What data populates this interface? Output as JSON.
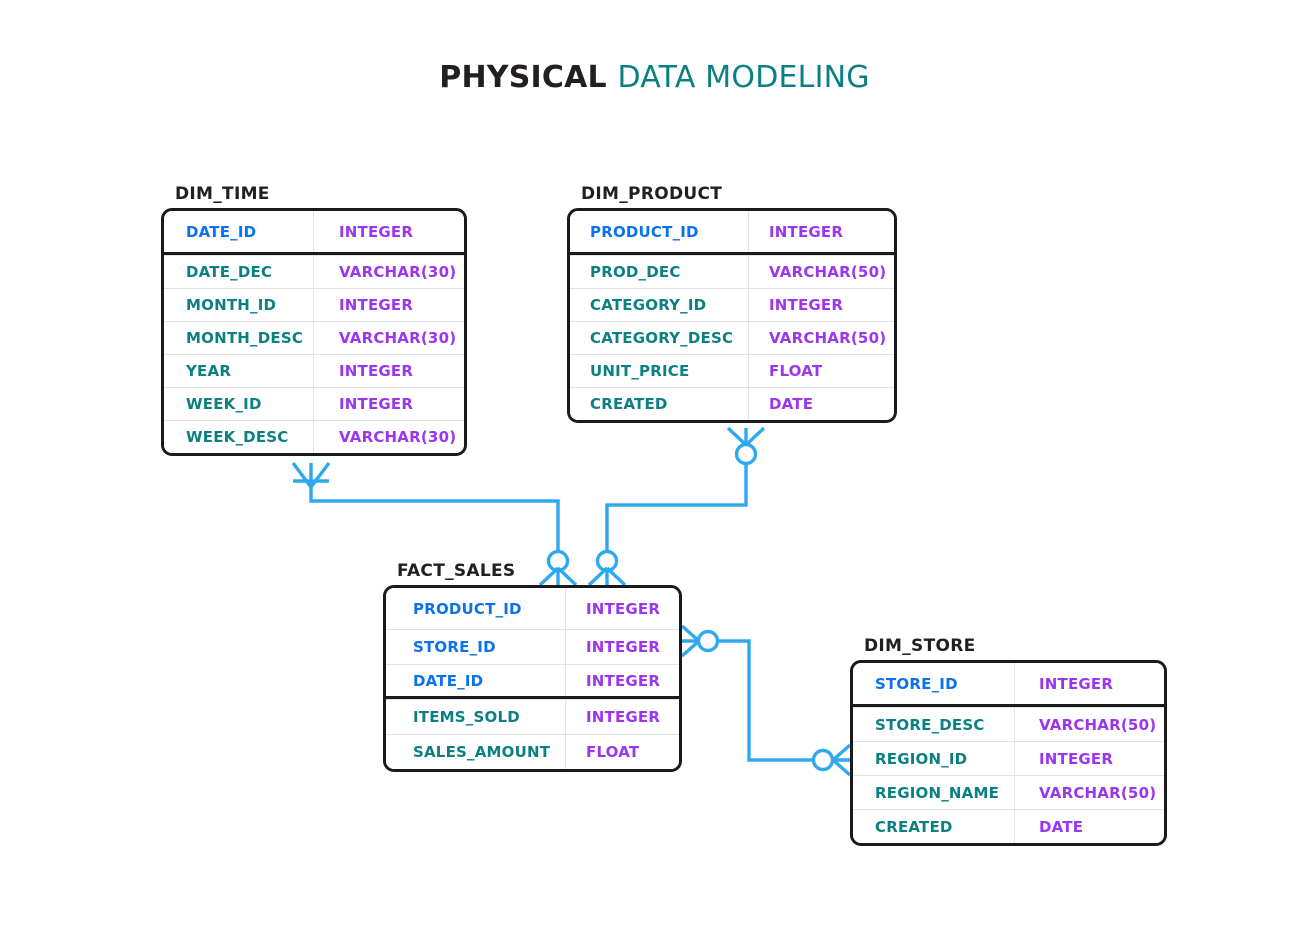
{
  "diagram": {
    "title_strong": "PHYSICAL",
    "title_accent": "DATA MODELING",
    "colors": {
      "title_dark": "#231f20",
      "title_accent": "#0b7f81",
      "primary_key_text": "#0b72ee",
      "attribute_text": "#0b7f81",
      "datatype_text": "#9b36ee",
      "entity_border": "#1a1a1a",
      "relationship_line": "#2ea9f0",
      "row_divider": "#e3e3e3",
      "background": "#ffffff"
    }
  },
  "entities": {
    "dim_time": {
      "name": "DIM_TIME",
      "rows": [
        {
          "column": "DATE_ID",
          "type": "INTEGER",
          "key": true
        },
        {
          "column": "DATE_DEC",
          "type": "VARCHAR(30)",
          "key": false
        },
        {
          "column": "MONTH_ID",
          "type": "INTEGER",
          "key": false
        },
        {
          "column": "MONTH_DESC",
          "type": "VARCHAR(30)",
          "key": false
        },
        {
          "column": "YEAR",
          "type": "INTEGER",
          "key": false
        },
        {
          "column": "WEEK_ID",
          "type": "INTEGER",
          "key": false
        },
        {
          "column": "WEEK_DESC",
          "type": "VARCHAR(30)",
          "key": false
        }
      ]
    },
    "dim_product": {
      "name": "DIM_PRODUCT",
      "rows": [
        {
          "column": "PRODUCT_ID",
          "type": "INTEGER",
          "key": true
        },
        {
          "column": "PROD_DEC",
          "type": "VARCHAR(50)",
          "key": false
        },
        {
          "column": "CATEGORY_ID",
          "type": "INTEGER",
          "key": false
        },
        {
          "column": "CATEGORY_DESC",
          "type": "VARCHAR(50)",
          "key": false
        },
        {
          "column": "UNIT_PRICE",
          "type": "FLOAT",
          "key": false
        },
        {
          "column": "CREATED",
          "type": "DATE",
          "key": false
        }
      ]
    },
    "fact_sales": {
      "name": "FACT_SALES",
      "rows": [
        {
          "column": "PRODUCT_ID",
          "type": "INTEGER",
          "key": true
        },
        {
          "column": "STORE_ID",
          "type": "INTEGER",
          "key": true
        },
        {
          "column": "DATE_ID",
          "type": "INTEGER",
          "key": true
        },
        {
          "column": "ITEMS_SOLD",
          "type": "INTEGER",
          "key": false
        },
        {
          "column": "SALES_AMOUNT",
          "type": "FLOAT",
          "key": false
        }
      ]
    },
    "dim_store": {
      "name": "DIM_STORE",
      "rows": [
        {
          "column": "STORE_ID",
          "type": "INTEGER",
          "key": true
        },
        {
          "column": "STORE_DESC",
          "type": "VARCHAR(50)",
          "key": false
        },
        {
          "column": "REGION_ID",
          "type": "INTEGER",
          "key": false
        },
        {
          "column": "REGION_NAME",
          "type": "VARCHAR(50)",
          "key": false
        },
        {
          "column": "CREATED",
          "type": "DATE",
          "key": false
        }
      ]
    }
  },
  "relationships": [
    {
      "id": "rel-dim-time-fact-sales",
      "from": "DIM_TIME",
      "to": "FACT_SALES",
      "from_notation": "one-or-many",
      "to_notation": "zero-or-many"
    },
    {
      "id": "rel-dim-product-fact-sales",
      "from": "DIM_PRODUCT",
      "to": "FACT_SALES",
      "from_notation": "zero-or-many",
      "to_notation": "zero-or-many"
    },
    {
      "id": "rel-fact-sales-dim-store",
      "from": "FACT_SALES",
      "to": "DIM_STORE",
      "from_notation": "zero-or-many",
      "to_notation": "zero-or-many"
    }
  ]
}
